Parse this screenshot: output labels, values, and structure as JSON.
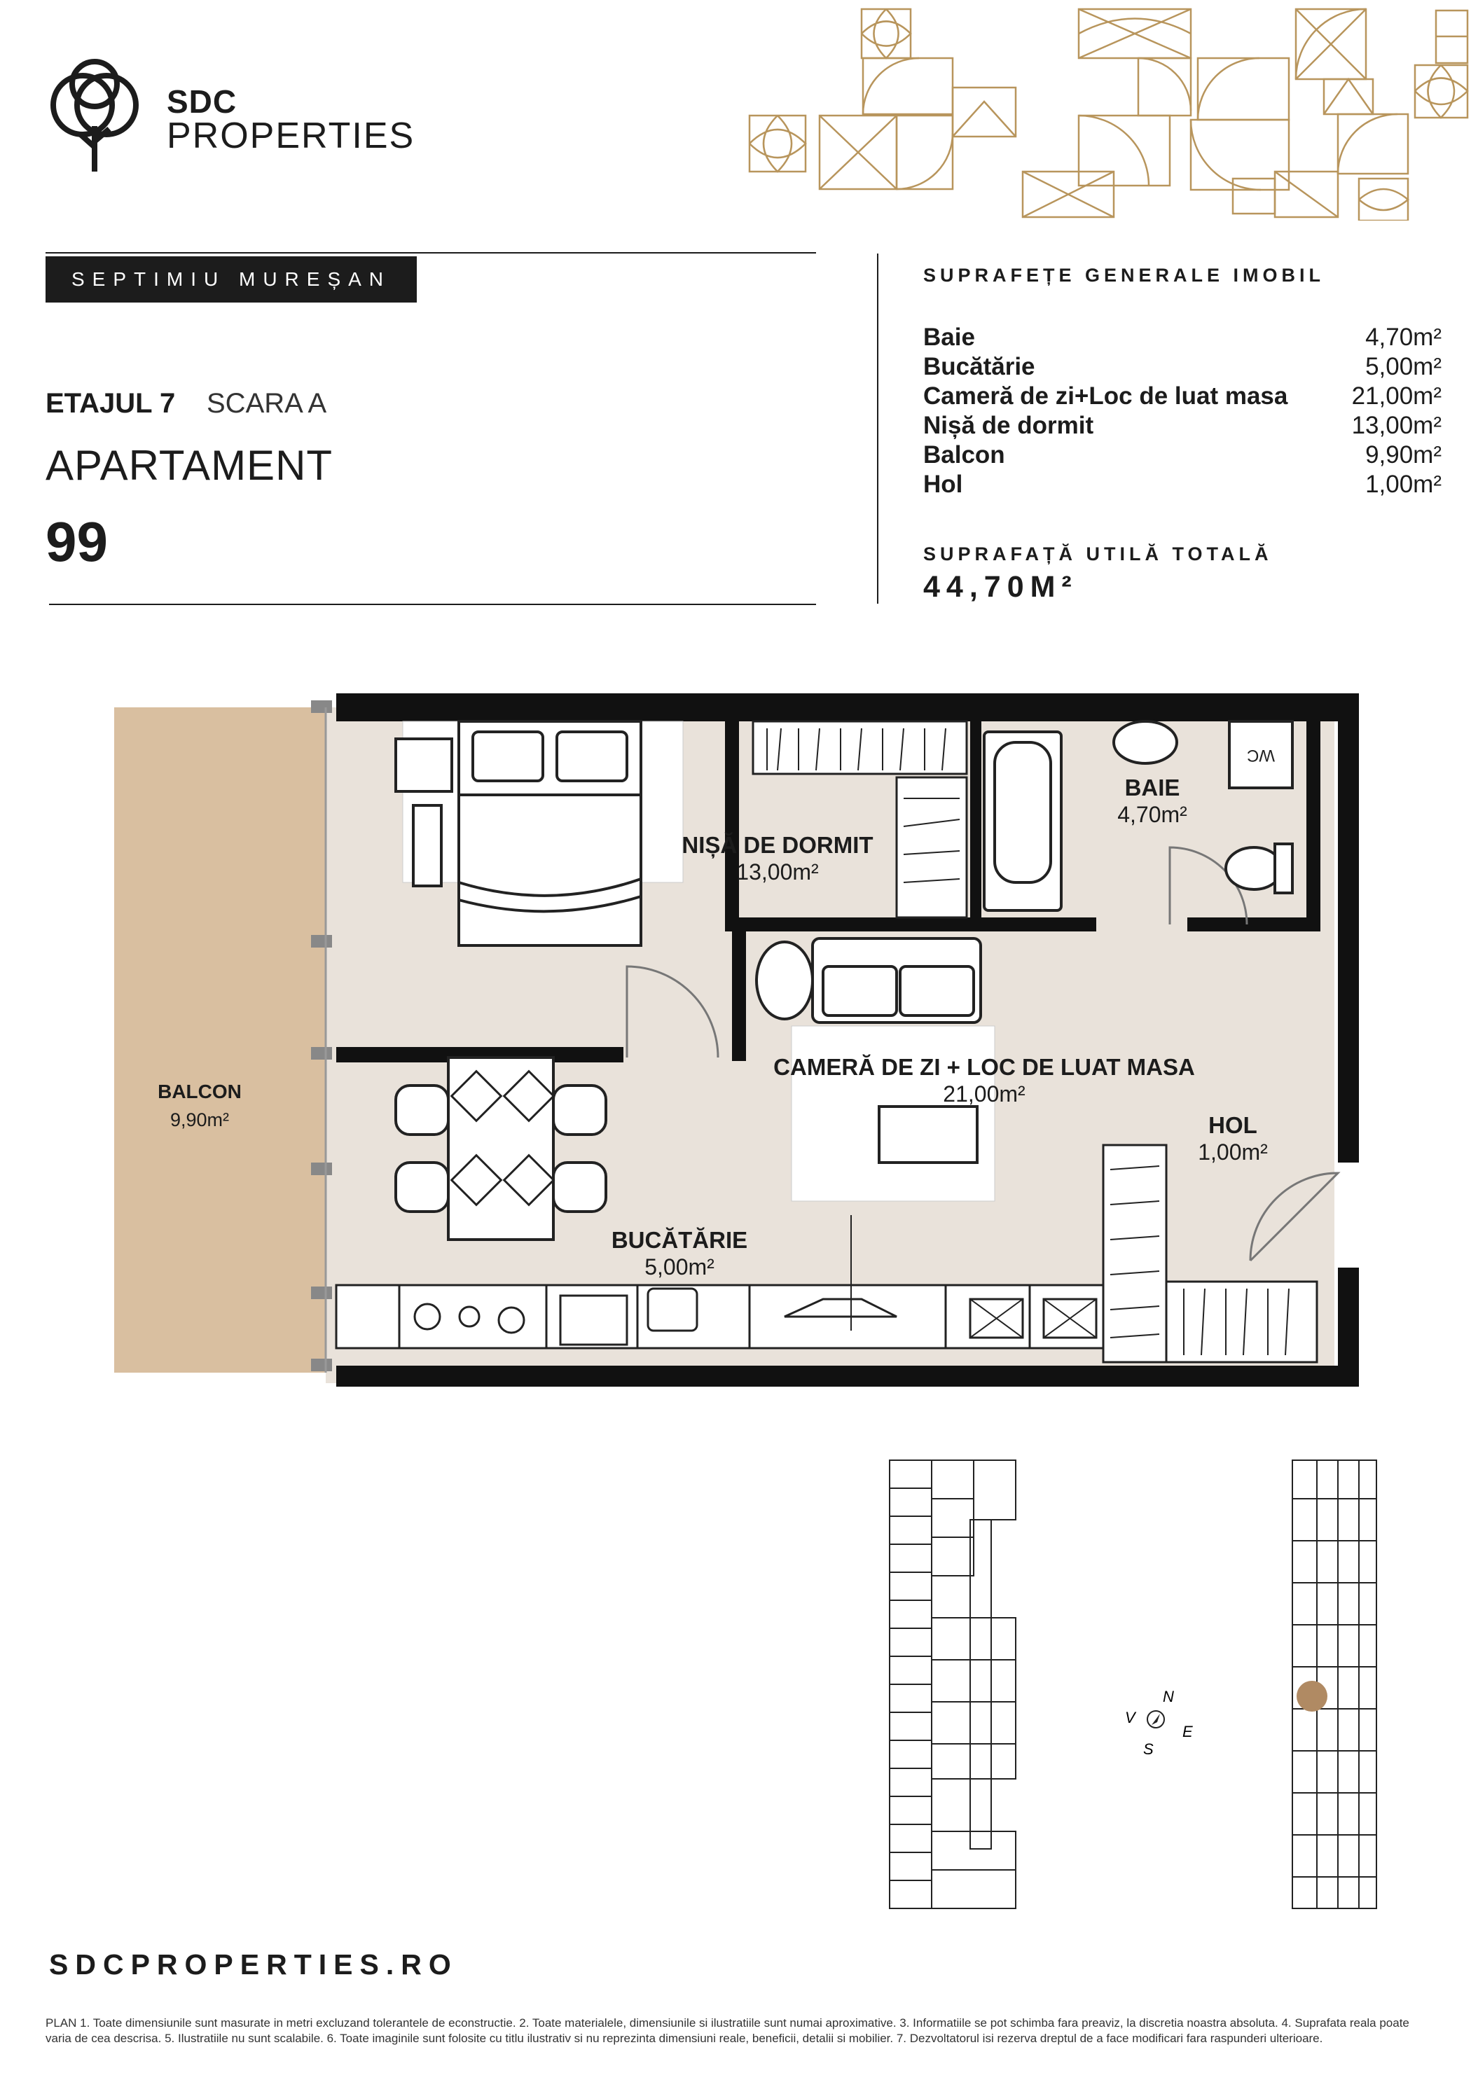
{
  "brand": {
    "line1": "SDC",
    "line2": "PROPERTIES"
  },
  "project": "SEPTIMIU MUREȘAN",
  "location": {
    "floor": "ETAJUL 7",
    "staircase": "SCARA A"
  },
  "apartment": {
    "label": "APARTAMENT",
    "number": "99"
  },
  "areas": {
    "title": "SUPRAFEȚE GENERALE IMOBIL",
    "rows": [
      {
        "name": "Baie",
        "value": "4,70m²"
      },
      {
        "name": "Bucătărie",
        "value": "5,00m²"
      },
      {
        "name": "Cameră de zi+Loc de luat masa",
        "value": "21,00m²"
      },
      {
        "name": "Nișă de dormit",
        "value": "13,00m²"
      },
      {
        "name": "Balcon",
        "value": "9,90m²"
      },
      {
        "name": "Hol",
        "value": "1,00m²"
      }
    ],
    "total_title": "SUPRAFAȚĂ UTILĂ TOTALĂ",
    "total_value": "44,70M²"
  },
  "plan": {
    "balcon": {
      "name": "BALCON",
      "area": "9,90m²"
    },
    "nisa": {
      "name": "NIȘĂ DE DORMIT",
      "area": "13,00m²"
    },
    "baie": {
      "name": "BAIE",
      "area": "4,70m²"
    },
    "camera": {
      "name": "CAMERĂ DE ZI + LOC DE LUAT MASA",
      "area": "21,00m²"
    },
    "hol": {
      "name": "HOL",
      "area": "1,00m²"
    },
    "bucatarie": {
      "name": "BUCĂTĂRIE",
      "area": "5,00m²"
    },
    "wc_label": "WC"
  },
  "compass": {
    "n": "N",
    "e": "E",
    "s": "S",
    "v": "V"
  },
  "website": "SDCPROPERTIES.RO",
  "disclaimer": "PLAN 1. Toate dimensiunile sunt masurate in metri excluzand tolerantele de econstructie. 2. Toate materialele, dimensiunile si ilustratiile sunt numai aproximative. 3. Informatiile se pot schimba fara preaviz, la discretia noastra absoluta. 4. Suprafata reala poate varia de cea descrisa. 5. Ilustratiile nu sunt scalabile. 6. Toate imaginile sunt folosite cu titlu ilustrativ si nu reprezinta dimensiuni reale, beneficii, detalii si mobilier. 7. Dezvoltatorul isi rezerva dreptul de a face modificari fara raspunderi ulterioare.",
  "colors": {
    "gold": "#b8955c",
    "floor": "#e9e2da",
    "balcony": "#d9bfa0",
    "wall": "#111111",
    "highlight": "#b08a63"
  }
}
